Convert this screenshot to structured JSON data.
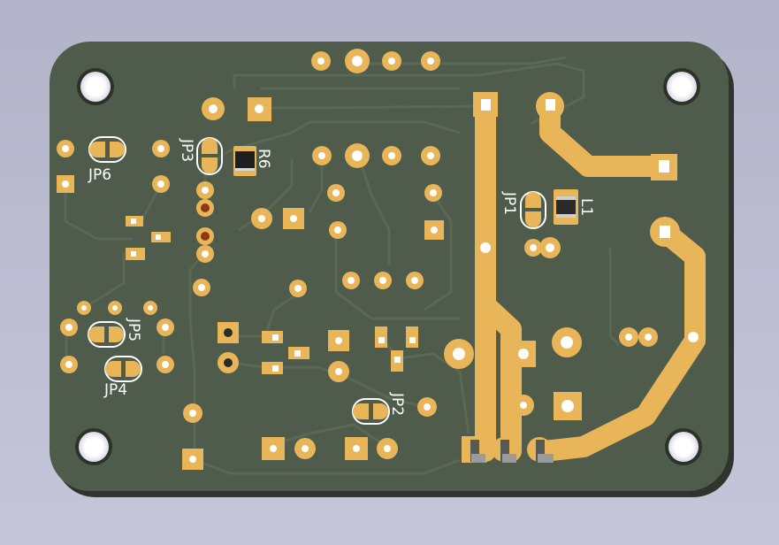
{
  "board": {
    "substrate_color": "#4f5b4b",
    "copper_color": "#e9b559",
    "trace_color": "#576350",
    "silkscreen_color": "#ffffff",
    "background_color": "#babad0"
  },
  "labels": {
    "jp6": "JP6",
    "jp3": "JP3",
    "r6": "R6",
    "jp1": "JP1",
    "l1": "L1",
    "jp5": "JP5",
    "jp4": "JP4",
    "jp2": "JP2"
  }
}
